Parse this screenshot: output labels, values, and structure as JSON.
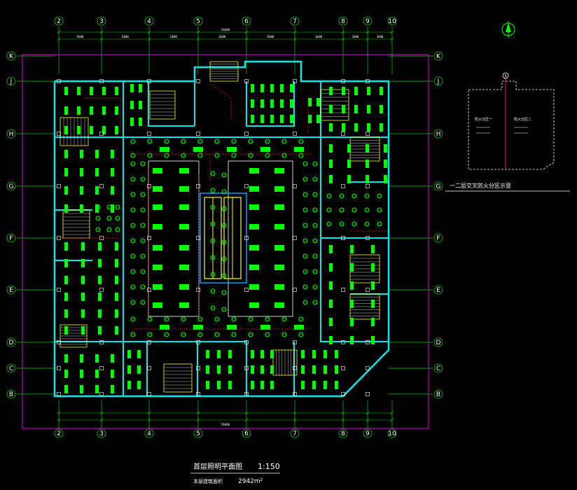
{
  "plan": {
    "title": "首层照明平面图",
    "scale": "1:150",
    "area_label": "本层建筑面积",
    "area_value": "2942m²",
    "key_plan_caption": "一二层交叉防火分区示意",
    "key_plan_label_1": "防火分区一",
    "key_plan_label_2": "防火分区二",
    "key_plan_axis": "5",
    "north_arrow": "N"
  },
  "axes": {
    "columns": [
      "2",
      "3",
      "4",
      "5",
      "6",
      "7",
      "8",
      "9",
      "10"
    ],
    "rows": [
      "K",
      "J",
      "H",
      "G",
      "F",
      "E",
      "D",
      "C",
      "B"
    ]
  },
  "dimensions": {
    "top_segments": [
      "6600",
      "6600",
      "6600",
      "6600",
      "6600",
      "6600",
      "3600",
      "3600"
    ],
    "top_total": "50400",
    "bottom_total": "50400"
  },
  "colors": {
    "background": "#000000",
    "grid_axis": "#00d000",
    "walls": "#00e8e8",
    "fixtures": "#00ff00",
    "stairs": "#ffff00",
    "wiring": "#ff2020",
    "frame": "#e000e0",
    "text": "#ffffff"
  }
}
